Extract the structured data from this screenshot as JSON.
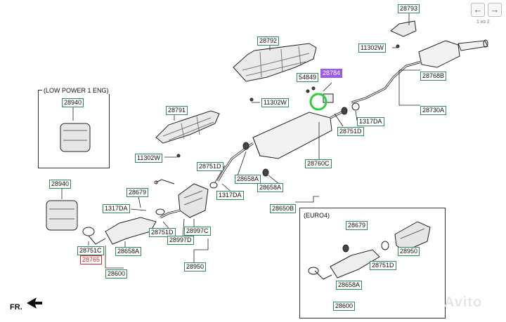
{
  "nav": {
    "prev_label": "←",
    "next_label": "→",
    "pager": "1 из 2"
  },
  "groups": {
    "low_power": "(LOW POWER 1 ENG)",
    "euro4": "(EURO4)"
  },
  "front_label": "FR.",
  "watermark": "Avito",
  "labels": [
    "28793",
    "11302W",
    "28768B",
    "28730A",
    "28792",
    "54849",
    "28784",
    "11302W",
    "28751D",
    "1317DA",
    "28940",
    "28791",
    "11302W",
    "28760C",
    "28751D",
    "28658A",
    "28658A",
    "1317DA",
    "28650B",
    "28940",
    "28679",
    "1317DA",
    "28751D",
    "28997C",
    "28997D",
    "28751C",
    "28765",
    "28658A",
    "28600",
    "28950",
    "28679",
    "28950",
    "28751D",
    "28658A",
    "28600"
  ],
  "colors": {
    "label_border": "#2e8b57",
    "highlight": "#9b5de5",
    "highlight_circle": "#2ecc40",
    "red_label": "#d62828"
  }
}
